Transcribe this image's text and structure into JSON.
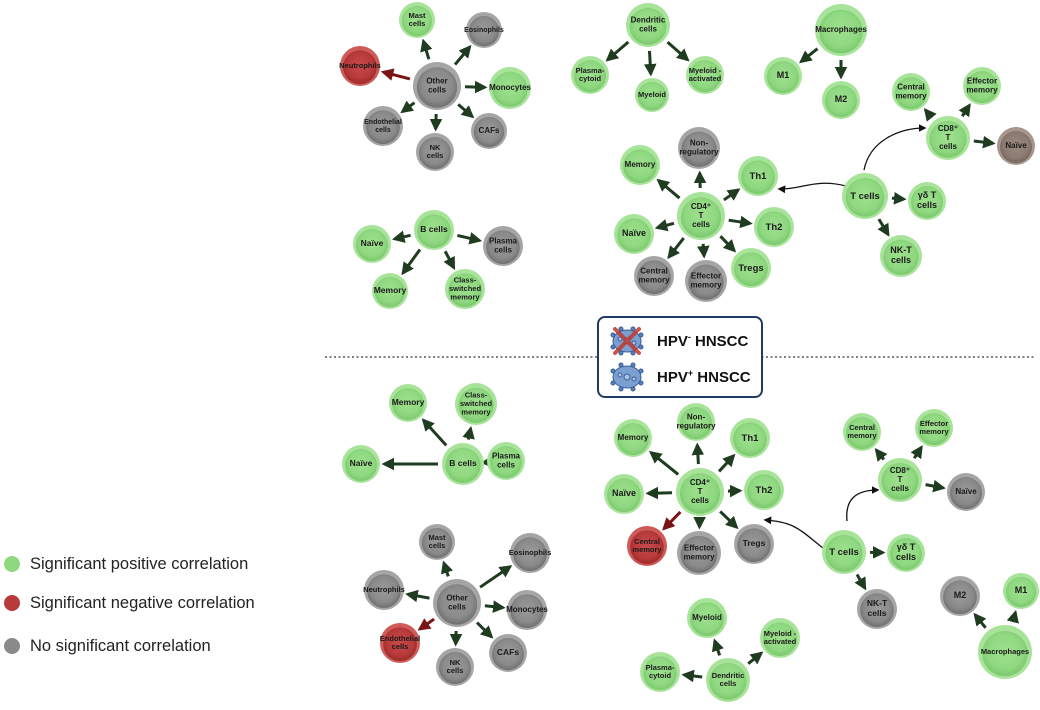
{
  "colors": {
    "positive": "#8fd880",
    "negative": "#b83a3a",
    "none": "#8a8a8a",
    "naive_brown": "#8c7b71",
    "arrow": "#1f3b20",
    "arrow_neg": "#7a1414",
    "box_border": "#1f3b63"
  },
  "legend": [
    {
      "status": "positive",
      "label": "Significant positive correlation"
    },
    {
      "status": "negative",
      "label": "Significant negative correlation"
    },
    {
      "status": "none",
      "label": "No significant correlation"
    }
  ],
  "hpv_box": {
    "neg_label": "HPV",
    "neg_sup": "-",
    "neg_suffix": " HNSCC",
    "pos_label": "HPV",
    "pos_sup": "+",
    "pos_suffix": " HNSCC",
    "neg_icon": "crossed-virus-icon",
    "pos_icon": "virus-icon"
  },
  "top_panel": {
    "other_cells": {
      "hub": "Other\ncells",
      "hub_status": "none",
      "targets": [
        {
          "label": "Mast\ncells",
          "status": "positive"
        },
        {
          "label": "Eosinophils",
          "status": "none"
        },
        {
          "label": "Monocytes",
          "status": "positive"
        },
        {
          "label": "CAFs",
          "status": "none"
        },
        {
          "label": "NK\ncells",
          "status": "none"
        },
        {
          "label": "Endothelial\ncells",
          "status": "none"
        },
        {
          "label": "Neutrophils",
          "status": "negative"
        }
      ]
    },
    "dendritic": {
      "hub": "Dendritic\ncells",
      "hub_status": "positive",
      "targets": [
        {
          "label": "Plasma-\ncytoid",
          "status": "positive"
        },
        {
          "label": "Myeloid",
          "status": "positive"
        },
        {
          "label": "Myeloid -\nactivated",
          "status": "positive"
        }
      ]
    },
    "macrophages": {
      "hub": "Macrophages",
      "hub_status": "positive",
      "targets": [
        {
          "label": "M1",
          "status": "positive"
        },
        {
          "label": "M2",
          "status": "positive"
        }
      ]
    },
    "b_cells": {
      "hub": "B cells",
      "hub_status": "positive",
      "targets": [
        {
          "label": "Naïve",
          "status": "positive"
        },
        {
          "label": "Plasma\ncells",
          "status": "none"
        },
        {
          "label": "Memory",
          "status": "positive"
        },
        {
          "label": "Class-\nswitched\nmemory",
          "status": "positive"
        }
      ]
    },
    "cd4": {
      "hub": "CD4⁺\nT\ncells",
      "hub_status": "positive",
      "targets": [
        {
          "label": "Non-\nregulatory",
          "status": "none"
        },
        {
          "label": "Memory",
          "status": "positive"
        },
        {
          "label": "Th1",
          "status": "positive"
        },
        {
          "label": "Naïve",
          "status": "positive"
        },
        {
          "label": "Th2",
          "status": "positive"
        },
        {
          "label": "Central\nmemory",
          "status": "none"
        },
        {
          "label": "Effector\nmemory",
          "status": "none"
        },
        {
          "label": "Tregs",
          "status": "positive"
        }
      ]
    },
    "t_cells": {
      "hub": "T cells",
      "hub_status": "positive",
      "targets": [
        {
          "label": "γδ T\ncells",
          "status": "positive"
        },
        {
          "label": "NK-T\ncells",
          "status": "positive"
        }
      ]
    },
    "cd8": {
      "hub": "CD8⁺\nT\ncells",
      "hub_status": "positive",
      "targets": [
        {
          "label": "Central\nmemory",
          "status": "positive"
        },
        {
          "label": "Effector\nmemory",
          "status": "positive"
        },
        {
          "label": "Naïve",
          "status": "naive_brown"
        }
      ]
    }
  },
  "bottom_panel": {
    "b_cells": {
      "hub": "B cells",
      "hub_status": "positive",
      "targets": [
        {
          "label": "Memory",
          "status": "positive"
        },
        {
          "label": "Class-\nswitched\nmemory",
          "status": "positive"
        },
        {
          "label": "Naïve",
          "status": "positive"
        },
        {
          "label": "Plasma\ncells",
          "status": "positive"
        }
      ]
    },
    "other_cells": {
      "hub": "Other\ncells",
      "hub_status": "none",
      "targets": [
        {
          "label": "Mast\ncells",
          "status": "none"
        },
        {
          "label": "Eosinophils",
          "status": "none"
        },
        {
          "label": "Neutrophils",
          "status": "none"
        },
        {
          "label": "Monocytes",
          "status": "none"
        },
        {
          "label": "Endothelial\ncells",
          "status": "negative"
        },
        {
          "label": "NK\ncells",
          "status": "none"
        },
        {
          "label": "CAFs",
          "status": "none"
        }
      ]
    },
    "cd4": {
      "hub": "CD4⁺\nT\ncells",
      "hub_status": "positive",
      "targets": [
        {
          "label": "Non-\nregulatory",
          "status": "positive"
        },
        {
          "label": "Memory",
          "status": "positive"
        },
        {
          "label": "Th1",
          "status": "positive"
        },
        {
          "label": "Naïve",
          "status": "positive"
        },
        {
          "label": "Th2",
          "status": "positive"
        },
        {
          "label": "Central\nmemory",
          "status": "negative"
        },
        {
          "label": "Effector\nmemory",
          "status": "none"
        },
        {
          "label": "Tregs",
          "status": "none"
        }
      ]
    },
    "cd8": {
      "hub": "CD8⁺\nT\ncells",
      "hub_status": "positive",
      "targets": [
        {
          "label": "Central\nmemory",
          "status": "positive"
        },
        {
          "label": "Effector\nmemory",
          "status": "positive"
        },
        {
          "label": "Naïve",
          "status": "none"
        }
      ]
    },
    "t_cells": {
      "hub": "T cells",
      "hub_status": "positive",
      "targets": [
        {
          "label": "γδ T\ncells",
          "status": "positive"
        },
        {
          "label": "NK-T\ncells",
          "status": "none"
        }
      ]
    },
    "dendritic": {
      "hub": "Dendritic\ncells",
      "hub_status": "positive",
      "targets": [
        {
          "label": "Myeloid",
          "status": "positive"
        },
        {
          "label": "Myeloid -\nactivated",
          "status": "positive"
        },
        {
          "label": "Plasma-\ncytoid",
          "status": "positive"
        }
      ]
    },
    "macrophages": {
      "hub": "Macrophages",
      "hub_status": "positive",
      "targets": [
        {
          "label": "M2",
          "status": "none"
        },
        {
          "label": "M1",
          "status": "positive"
        }
      ]
    }
  }
}
